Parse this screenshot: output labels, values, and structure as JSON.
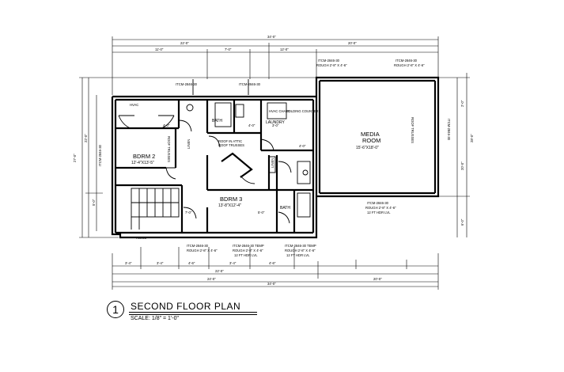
{
  "plan": {
    "title_number": "1",
    "title": "SECOND FLOOR PLAN",
    "scale_label": "SCALE:",
    "scale_value": "1/8\" = 1'-0\"",
    "rooms": {
      "bdrm2_name": "BDRM 2",
      "bdrm2_size": "12'-4\"X13'-5\"",
      "bdrm3_name": "BDRM 3",
      "bdrm3_size": "13'-8\"X12'-4\"",
      "media_name_1": "MEDIA",
      "media_name_2": "ROOM",
      "media_size": "15'-6\"X18'-0\"",
      "bath_1": "BATH",
      "bath_2": "BATH",
      "laundry": "LAUNDRY",
      "linen_1": "LINEN",
      "linen_2": "LINEN",
      "attic_note_1": "ROOF IN ATTIC",
      "attic_note_2": "ROOF TRUSSES",
      "media_truss_note": "ROOF TRUSSES",
      "bdrm2_truss_note": "ROOF TRUSSES",
      "chase": "HVAC CHASE",
      "folding_counter": "FOLDING COUNTER",
      "hvac": "HVAC"
    },
    "dimensions": {
      "overall_top": "34'-0\"",
      "top_left": "22'-0\"",
      "top_right": "20'-0\"",
      "top_seg_1": "11'-0\"",
      "top_seg_2": "7'-0\"",
      "top_seg_3": "12'-0\"",
      "overall_bottom": "34'-0\"",
      "bottom_left": "24'-0\"",
      "bottom_right": "20'-0\"",
      "bottom_mid": "22'-0\"",
      "bottom_seg_1": "3'-4\"",
      "bottom_seg_2": "3'-4\"",
      "bottom_seg_3": "4'-6\"",
      "bottom_seg_4": "3'-4\"",
      "bottom_seg_5": "4'-6\"",
      "left_overall": "27'-0\"",
      "left_seg_1": "22'-0\"",
      "left_seg_2": "5'-0\"",
      "right_overall": "28'-0\"",
      "right_seg_1": "2'-0\"",
      "right_seg_2": "20'-0\"",
      "right_seg_3": "6'-0\"",
      "int_1": "4'-0\"",
      "int_2": "4'-0\"",
      "int_3": "3'-0\"",
      "int_4": "7'-0\"",
      "int_5": "5'-0\"",
      "int_6": "4'-0\""
    },
    "notes": {
      "window_tag": "ITCM-2846-30",
      "window_tag_2": "ITCM-2846-30 TEMP",
      "window_specs": "ROUGH 2'-8\" X 4'-6\"",
      "header_note": "12 FT HDR LVL",
      "ridge_note": "RIDGE"
    }
  }
}
